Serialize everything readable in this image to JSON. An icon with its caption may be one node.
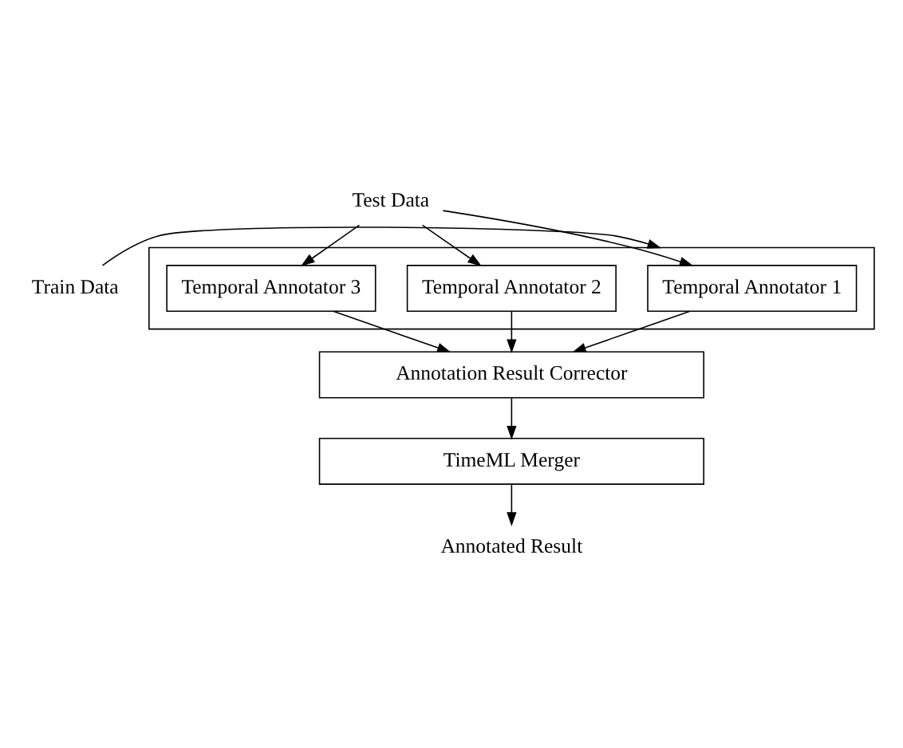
{
  "diagram": {
    "nodes": [
      {
        "text": [
          "Test Data"
        ]
      },
      {
        "text": [],
        "shape": "box"
      },
      {
        "text": [
          "Train Data"
        ]
      },
      {
        "text": [
          "Temporal Annotator 1"
        ],
        "in": 1
      },
      {
        "text": [
          "Temporal Annotator 2"
        ],
        "in": 1
      },
      {
        "text": [
          "Temporal Annotator 3"
        ],
        "in": 1
      },
      {
        "text": [
          "Annotation Result Corrector"
        ]
      },
      {
        "text": [
          "TimeML Merger"
        ]
      },
      {
        "text": [
          "Annotated Result"
        ]
      }
    ],
    "edges": [
      {
        "from": 0,
        "to": 3,
        "arrow": "to"
      },
      {
        "from": 0,
        "to": 4,
        "arrow": "to"
      },
      {
        "from": 0,
        "to": 5,
        "arrow": "to"
      },
      {
        "from": 2,
        "to": 1,
        "arrow": "to"
      },
      {
        "from": 3,
        "to": 6,
        "arrow": "to"
      },
      {
        "from": 4,
        "to": 6,
        "arrow": "to"
      },
      {
        "from": 5,
        "to": 6,
        "arrow": "to"
      },
      {
        "from": 6,
        "to": 7,
        "arrow": "to"
      },
      {
        "from": 7,
        "to": 8,
        "arrow": "to"
      }
    ]
  }
}
